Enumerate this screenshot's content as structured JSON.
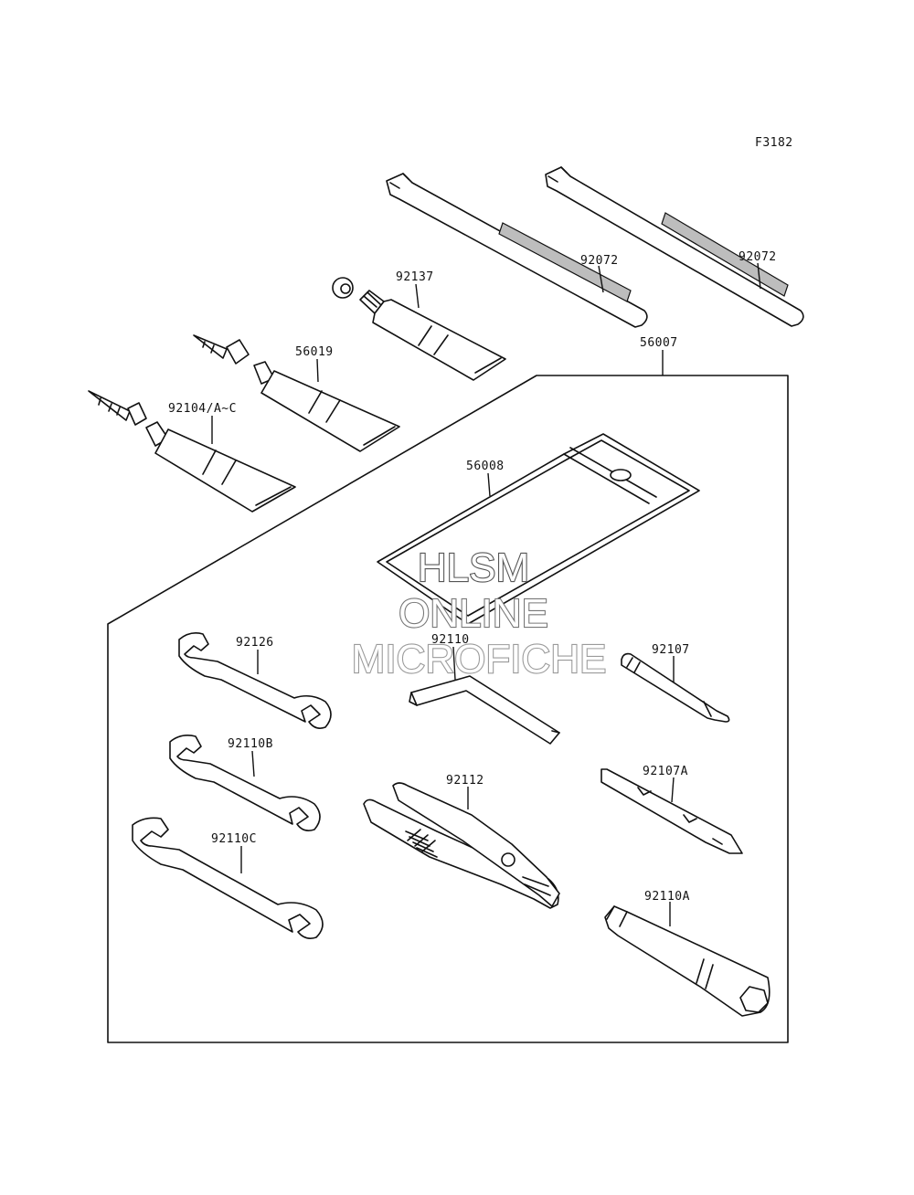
{
  "figure_code": "F3182",
  "watermark": {
    "line1": "HLSM",
    "line2": "ONLINE",
    "line3": "MICROFICHE"
  },
  "parts": {
    "tie_band_1": "92072",
    "tie_band_2": "92072",
    "tube_92137": "92137",
    "tube_56019": "56019",
    "tube_92104": "92104/A~C",
    "tool_kit": "56007",
    "tool_bag": "56008",
    "wrench_92126": "92126",
    "wrench_92110B": "92110B",
    "wrench_92110C": "92110C",
    "hex_wrench": "92110",
    "pliers": "92112",
    "screwdriver": "92107",
    "screwdriver_grip": "92107A",
    "box_wrench": "92110A"
  },
  "colors": {
    "line": "#111111",
    "background": "#ffffff",
    "shade": "#bdbdbd",
    "watermark_stroke": "#8a8a8a"
  }
}
